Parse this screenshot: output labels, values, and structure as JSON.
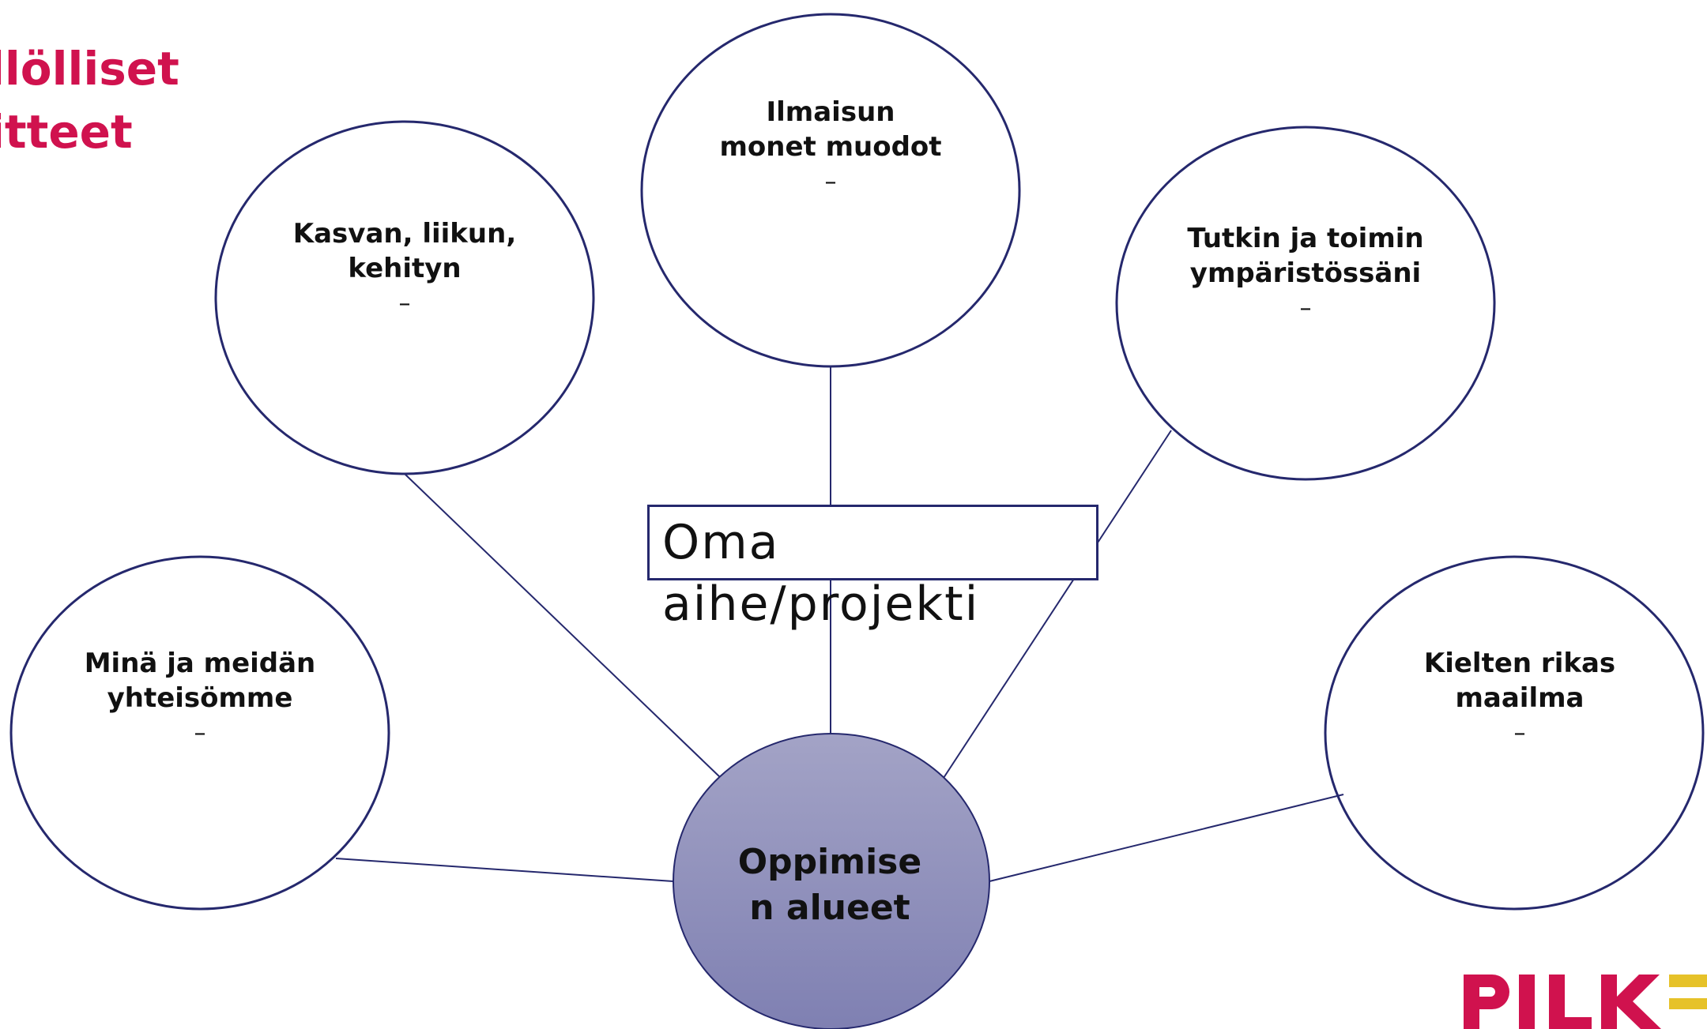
{
  "heading": {
    "line1": "llölliset",
    "line2": "itteet"
  },
  "center": {
    "line1": "Oppimise",
    "line2": "n alueet"
  },
  "topic": {
    "line1": "Oma",
    "line2": "aihe/projekti"
  },
  "circles": [
    {
      "id": "ilmaisun",
      "line1": "Ilmaisun",
      "line2": "monet muodot",
      "dash": "–"
    },
    {
      "id": "kasvan",
      "line1": "Kasvan, liikun,",
      "line2": "kehityn",
      "dash": "–"
    },
    {
      "id": "tutkin",
      "line1": "Tutkin ja toimin",
      "line2": "ympäristössäni",
      "dash": "–"
    },
    {
      "id": "mina",
      "line1": "Minä ja meidän",
      "line2": "yhteisömme",
      "dash": "–"
    },
    {
      "id": "kielten",
      "line1": "Kielten rikas",
      "line2": "maailma",
      "dash": "–"
    }
  ],
  "logo": {
    "text": "PILKE"
  },
  "colors": {
    "heading": "#d0124e",
    "stroke": "#25286d",
    "center_fill_top": "#a3a3c6",
    "center_fill_bottom": "#7f80b2",
    "logo_red": "#d0124e",
    "logo_yellow": "#e6c229"
  }
}
